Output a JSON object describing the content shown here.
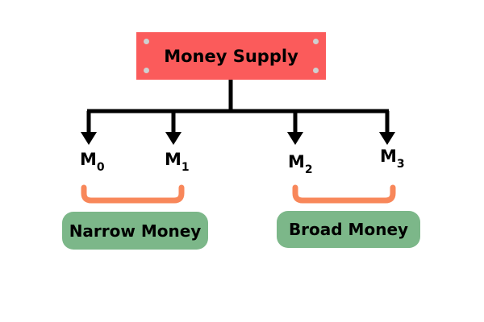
{
  "root": {
    "label": "Money Supply"
  },
  "nodes": [
    {
      "label": "M",
      "sub": "0"
    },
    {
      "label": "M",
      "sub": "1"
    },
    {
      "label": "M",
      "sub": "2"
    },
    {
      "label": "M",
      "sub": "3"
    }
  ],
  "groups": [
    {
      "label": "Narrow Money"
    },
    {
      "label": "Broad Money"
    }
  ],
  "colors": {
    "root": "#fb5b5b",
    "group": "#7cb789",
    "bracket": "#f8875a",
    "line": "#000000"
  }
}
